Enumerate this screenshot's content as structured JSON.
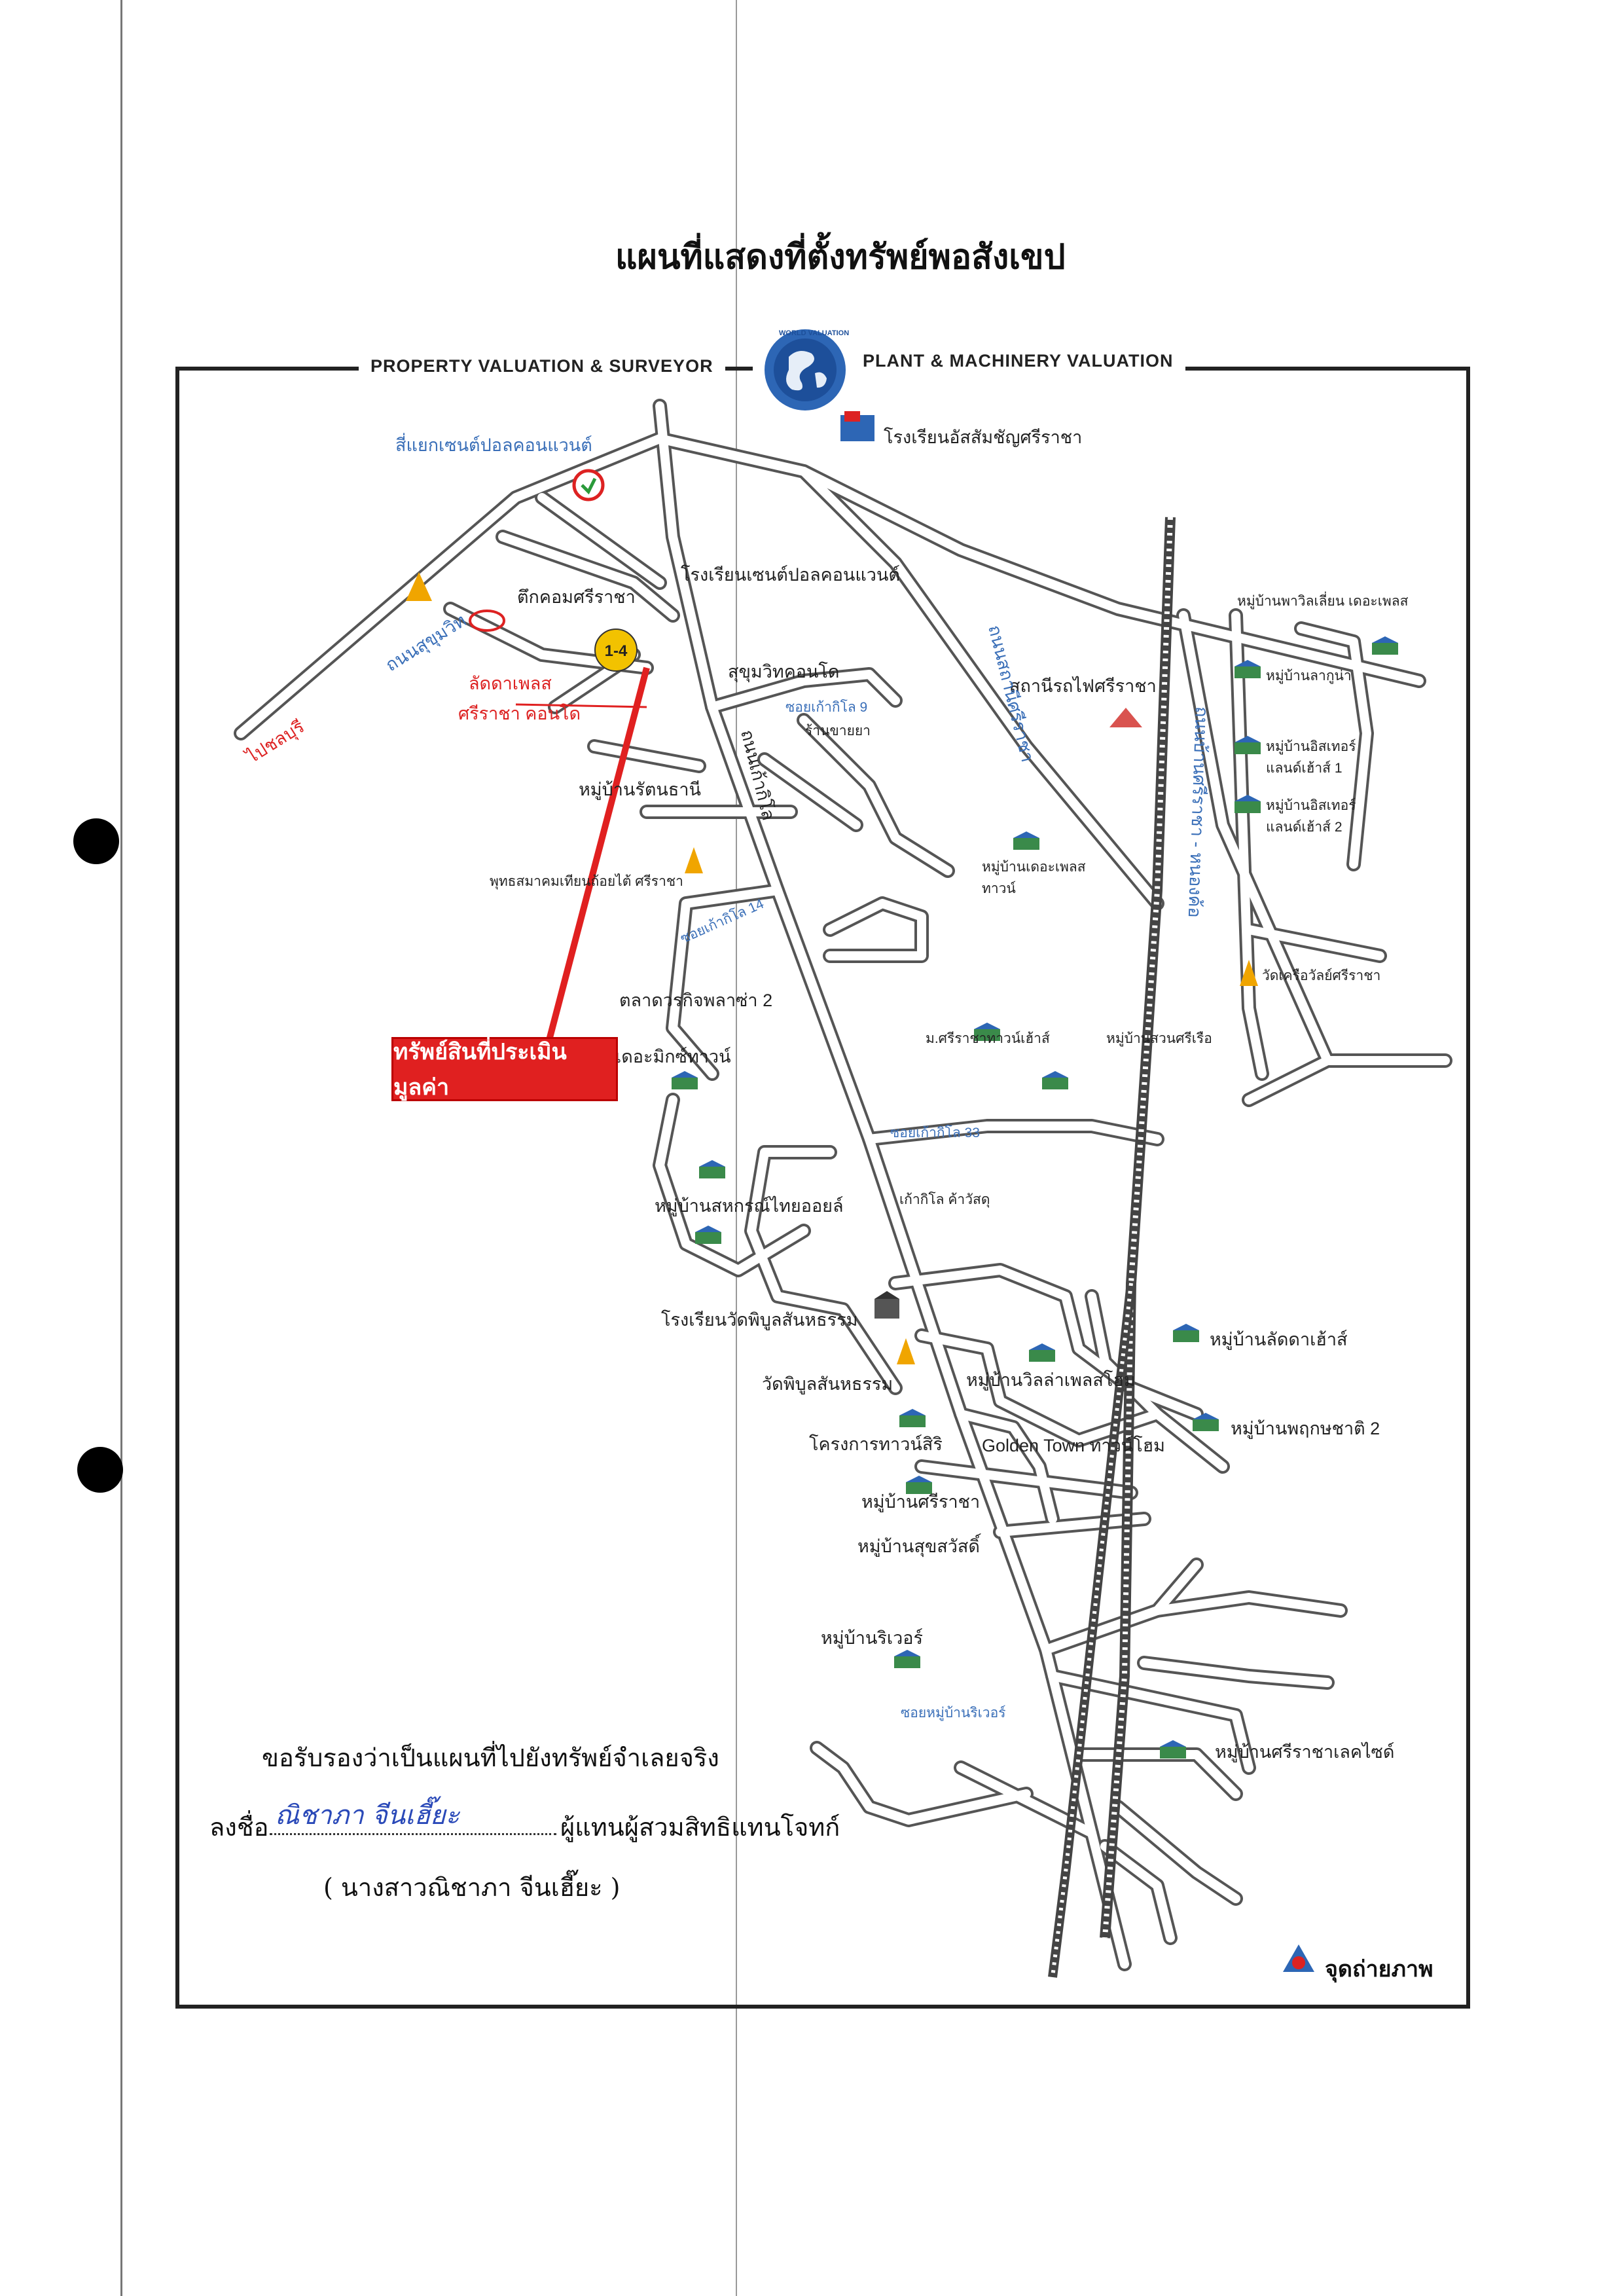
{
  "title": "แผนที่แสดงที่ตั้งทรัพย์พอสังเขป",
  "header": {
    "left": "PROPERTY VALUATION & SURVEYOR",
    "right": "PLANT & MACHINERY VALUATION",
    "logo_text": "WORLD VALUATION"
  },
  "labels": {
    "school_assumption": "โรงเรียนอัสสัมชัญศรีราชา",
    "junction_st_paul": "สี่แยกเซนต์ปอลคอนแวนต์",
    "school_st_paul": "โรงเรียนเซนต์ปอลคอนแวนต์",
    "building_sriracha": "ตึกคอมศรีราชา",
    "marker_1_4": "1-4",
    "lakeside_place_1": "ลัดดาเพลส",
    "lakeside_place_2": "ศรีราชา คอนโด",
    "to_chonburi": "ไปชลบุรี",
    "sukhumvit_road": "ถนนสุขุมวิท",
    "sukhumvit_condo": "สุขุมวิทคอนโด",
    "soi_9": "ซอยเก้ากิโล 9",
    "pharmacy": "ร้านขายยา",
    "ratanathani": "หมู่บ้านรัตนธานี",
    "kaokilo_road": "ถนนเก้ากิโล",
    "temple_assoc": "พุทธสมาคมเทียนถ้อยไต้ ศรีราชา",
    "soi_14": "ซอยเก้ากิโล 14",
    "train_station": "สถานีรถไฟศรีราชา",
    "sriracha_station_road": "ถนนสถานีศรีราชา",
    "ban_sriracha_rd": "ถนนบ้านศรีราชา - หนองค้อ",
    "pavilion_lakeside": "หมู่บ้านพาวิลเลี่ยน เดอะเพลส",
    "lake_village": "หมู่บ้านลากูน่า",
    "village_a1": "หมู่บ้านอิสเทอร์ แลนด์เฮ้าส์ 1",
    "village_a2": "หมู่บ้านอิสเทอร์ แลนด์เฮ้าส์ 2",
    "the_place_town": "หมู่บ้านเดอะเพลส ทาวน์",
    "temple_right": "วัดเครือวัลย์ศรีราชา",
    "market_2": "ตลาดวรกิจพลาซ่า 2",
    "the_mix_town": "เดอะมิกซ์ทาวน์",
    "property_callout": "ทรัพย์สินที่ประเมินมูลค่า",
    "sriracha_town": "ม.ศรีราชาทาวน์เฮ้าส์",
    "village_garden": "หมู่บ้านสวนศรีเรือ",
    "kaokilo_market": "เก้ากิโล ค้าวัสดุ",
    "soi_33": "ซอยเก้ากิโล 33",
    "sahakorn": "หมู่บ้านสหกรณ์ไทยออยล์",
    "school_wat": "โรงเรียนวัดพิบูลสันหธรรม",
    "wat_phibun": "วัดพิบูลสันหธรรม",
    "ladda_house": "หมู่บ้านลัดดาเฮ้าส์",
    "villa_place": "หมู่บ้านวิลล่าเพลสโฮม",
    "project_town": "โครงการทาวน์สิริ",
    "golden_town": "Golden Town ทาวน์โฮม",
    "pruksa_2": "หมู่บ้านพฤกษชาติ 2",
    "sriracha_village": "หมู่บ้านศรีราชา",
    "suksawat": "หมู่บ้านสุขสวัสดิ์",
    "rivervale": "หมู่บ้านริเวอร์",
    "sriracha_lake": "หมู่บ้านศรีราชาเลคไซด์",
    "soi_village": "ซอยหมู่บ้านริเวอร์",
    "camera_point": "จุดถ่ายภาพ"
  },
  "certification": {
    "line1": "ขอรับรองว่าเป็นแผนที่ไปยังทรัพย์จำเลยจริง",
    "sign_prefix": "ลงชื่อ",
    "signature": "ณิชาภา  จีนเฮี๊ยะ",
    "role": "ผู้แทนผู้สวมสิทธิแทนโจทก์",
    "printed_name": "( นางสาวณิชาภา  จีนเฮี๊ยะ )"
  },
  "colors": {
    "road_fill": "#ffffff",
    "road_edge": "#555555",
    "callout": "#e02020",
    "marker_yellow": "#f2c200",
    "label_blue": "#3a6fb8"
  }
}
